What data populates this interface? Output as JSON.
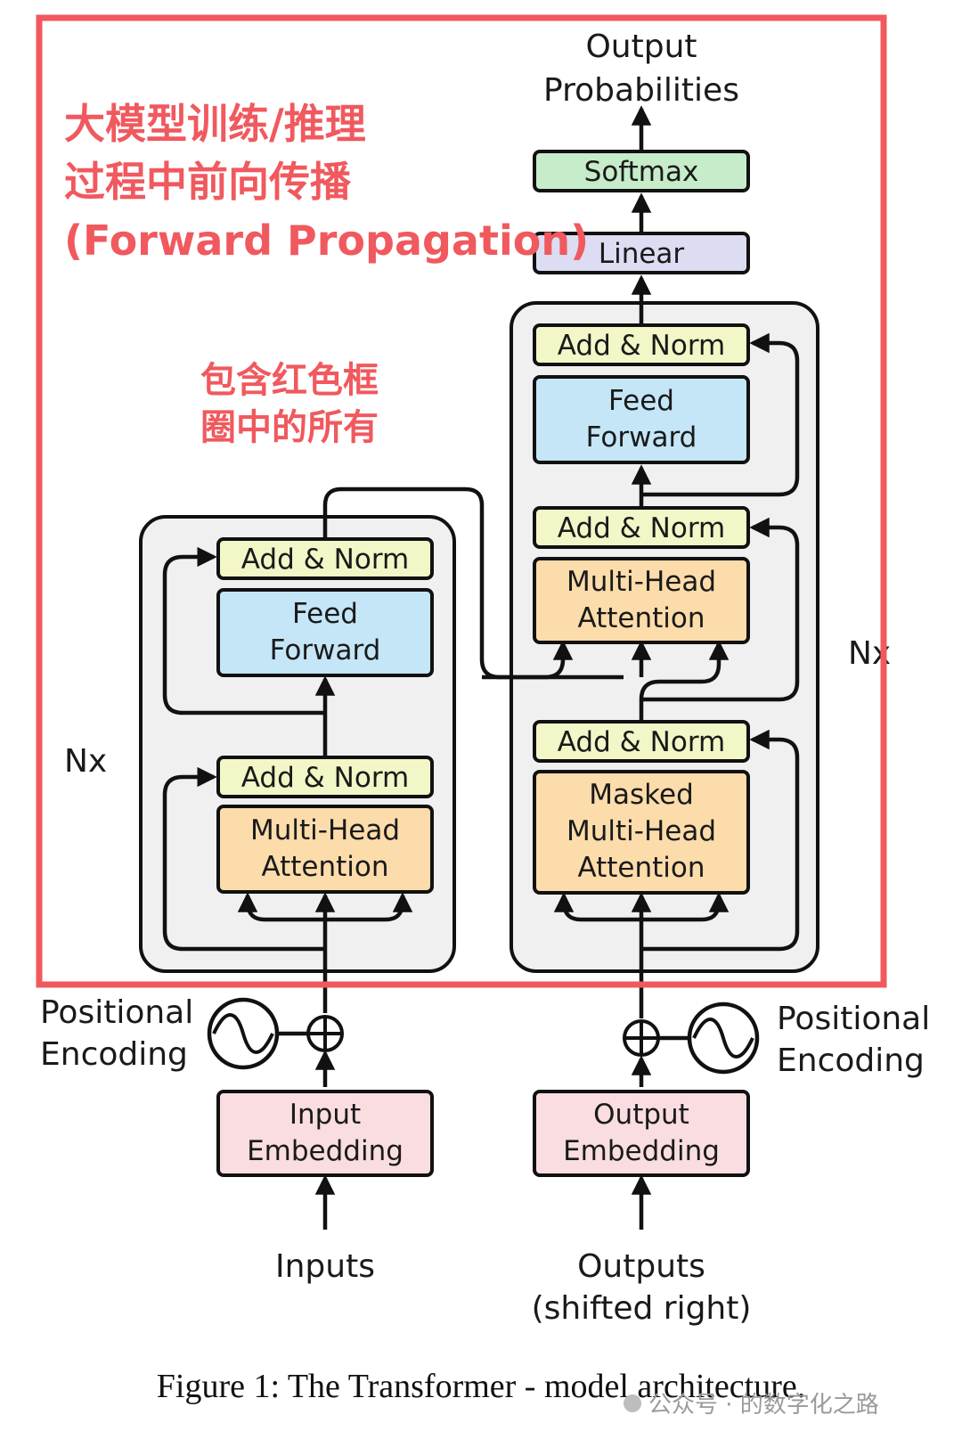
{
  "highlight": {
    "title_lines": [
      "大模型训练/推理",
      "过程中前向传播",
      "(Forward Propagation)"
    ],
    "note_lines": [
      "包含红色框",
      "圈中的所有"
    ]
  },
  "output_probabilities": [
    "Output",
    "Probabilities"
  ],
  "softmax": "Softmax",
  "linear": "Linear",
  "add_norm": "Add & Norm",
  "feed_forward": [
    "Feed",
    "Forward"
  ],
  "multi_head_attention": [
    "Multi-Head",
    "Attention"
  ],
  "masked_multi_head_attention": [
    "Masked",
    "Multi-Head",
    "Attention"
  ],
  "nx": "Nx",
  "positional_encoding": [
    "Positional",
    "Encoding"
  ],
  "input_embedding": [
    "Input",
    "Embedding"
  ],
  "output_embedding": [
    "Output",
    "Embedding"
  ],
  "inputs": "Inputs",
  "outputs": [
    "Outputs",
    "(shifted right)"
  ],
  "caption": "Figure 1: The Transformer - model architecture.",
  "watermark": "公众号 · 的数字化之路",
  "colors": {
    "add_norm": "#f3f6c6",
    "feed_forward": "#c4e6f7",
    "attention": "#fcdcaa",
    "linear": "#dcdcf3",
    "softmax": "#c6ecc9",
    "embedding": "#f9dde0",
    "stack_bg": "#f0f0f0",
    "red_frame": "#f0595e"
  }
}
